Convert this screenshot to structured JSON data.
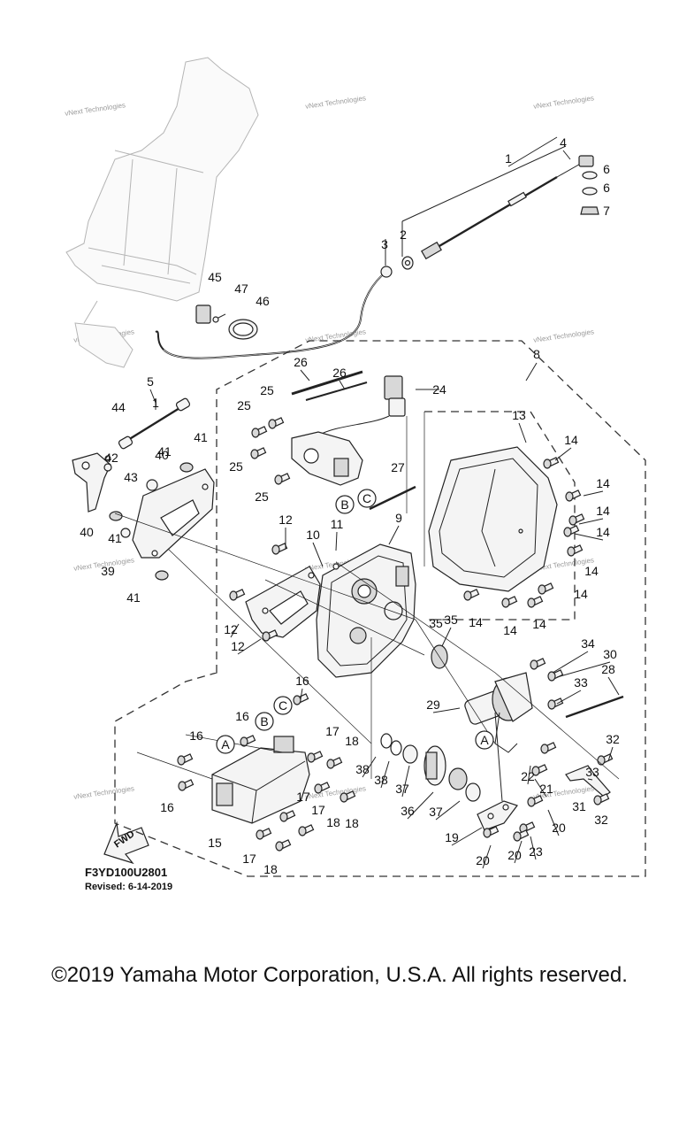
{
  "diagram": {
    "code": "F3YD100U2801",
    "revised": "Revised: 6-14-2019",
    "fwd": "FWD",
    "watermark": "vNext Technologies",
    "callout_letters": [
      "A",
      "B",
      "C"
    ],
    "labels": [
      "1",
      "2",
      "3",
      "4",
      "5",
      "6",
      "7",
      "8",
      "9",
      "10",
      "11",
      "12",
      "13",
      "14",
      "15",
      "16",
      "17",
      "18",
      "19",
      "20",
      "21",
      "22",
      "23",
      "24",
      "25",
      "26",
      "27",
      "28",
      "29",
      "30",
      "31",
      "32",
      "33",
      "34",
      "35",
      "36",
      "37",
      "38",
      "39",
      "40",
      "41",
      "42",
      "43",
      "44",
      "45",
      "46",
      "47"
    ]
  },
  "footer": {
    "copyright": "©2019 Yamaha Motor Corporation, U.S.A. All rights reserved."
  }
}
